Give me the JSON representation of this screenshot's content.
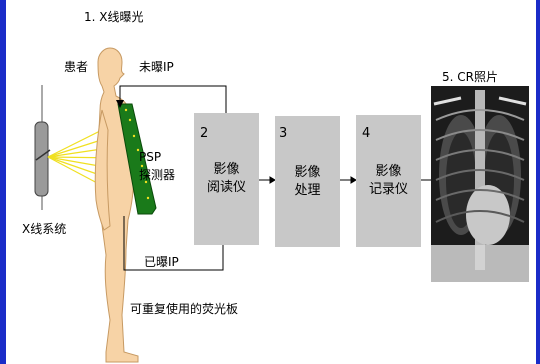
{
  "title": "1. X线曝光",
  "labels": {
    "patient": "患者",
    "unexposed_ip": "未曝IP",
    "exposed_ip": "已曝IP",
    "xray_system": "X线系统",
    "psp_detector_line1": "PSP",
    "psp_detector_line2": "探测器",
    "reusable_plate": "可重复使用的荧光板",
    "cr_photo": "5. CR照片"
  },
  "steps": [
    {
      "number": "2",
      "label": "影像\n阅读仪"
    },
    {
      "number": "3",
      "label": "影像\n处理"
    },
    {
      "number": "4",
      "label": "影像\n记录仪"
    }
  ],
  "colors": {
    "background": "#1a2cc8",
    "box": "#c8c8c8",
    "body_fill": "#f7d3a6",
    "body_stroke": "#c79a63",
    "plate": "#1a7a1a",
    "rays": "#f0e020"
  }
}
